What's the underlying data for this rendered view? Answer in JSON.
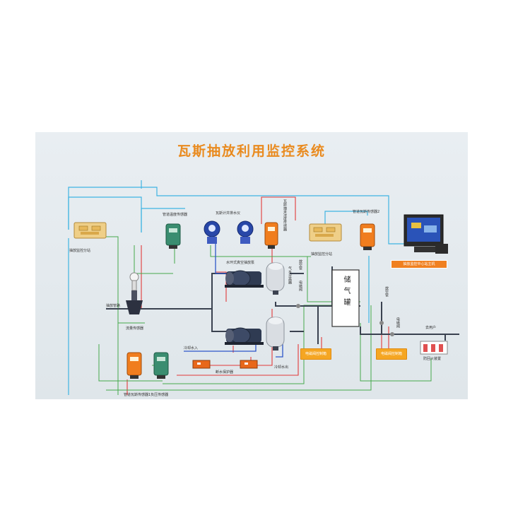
{
  "title": "瓦斯抽放利用监控系统",
  "labels": {
    "substation_left": "抽放监控分站",
    "pipe_temp": "管道温度传感器",
    "gas_meters": "瓦斯计井排水仪",
    "vertical_sensor": "瓦斯抽采浓度传感器",
    "substation_right": "抽放监控分站",
    "pipe_gas_2": "管道瓦斯传感器2",
    "host": "抽放监控中心站主机",
    "pump_top": "水环式真空抽放泵",
    "separator_top": "气水分离器",
    "vent_pipe": "放空管",
    "solenoid_left": "电磁阀",
    "tank": "储气罐",
    "vent_right": "放空管",
    "solenoid_right": "电磁阀",
    "to_user": "去用户",
    "flow_sensor": "流量传感器",
    "pump_pipe": "抽放管路",
    "water_in": "冷却水入",
    "water_out": "冷却水出",
    "water_protector": "断水保护器",
    "ctrl_left": "电磁阀控制箱",
    "ctrl_right": "电磁阀控制箱",
    "flame_arrester": "防回火装置",
    "bottom_sensors": "管道瓦斯传感器1负压传感器"
  }
}
